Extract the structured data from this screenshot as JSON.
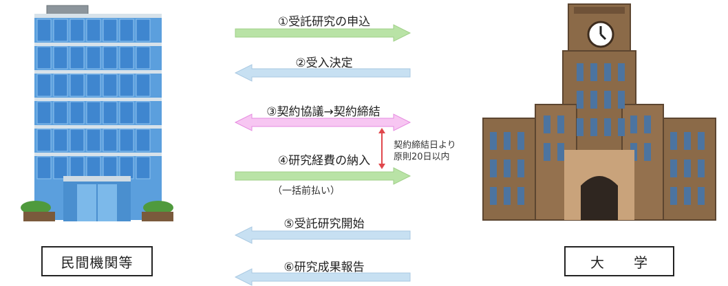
{
  "left_party": {
    "label": "民間機関等",
    "icon": "office-building-illustration"
  },
  "right_party": {
    "label": "大　　学",
    "icon": "university-clock-tower-illustration"
  },
  "steps": [
    {
      "label": "①受託研究の申込",
      "direction": "right",
      "color": "#b9e3a6"
    },
    {
      "label": "②受入決定",
      "direction": "left",
      "color": "#c7e0f2"
    },
    {
      "label": "③契約協議→契約締結",
      "direction": "both",
      "color": "#f7c6f2"
    },
    {
      "label": "④研究経費の納入",
      "direction": "right",
      "color": "#b9e3a6"
    },
    {
      "label": "⑤受託研究開始",
      "direction": "left",
      "color": "#c7e0f2"
    },
    {
      "label": "⑥研究成果報告",
      "direction": "left",
      "color": "#c7e0f2"
    }
  ],
  "payment_note": "（一括前払い）",
  "deadline_note": {
    "line1": "契約締結日より",
    "line2": "原則20日以内",
    "color": "#e0474c"
  }
}
